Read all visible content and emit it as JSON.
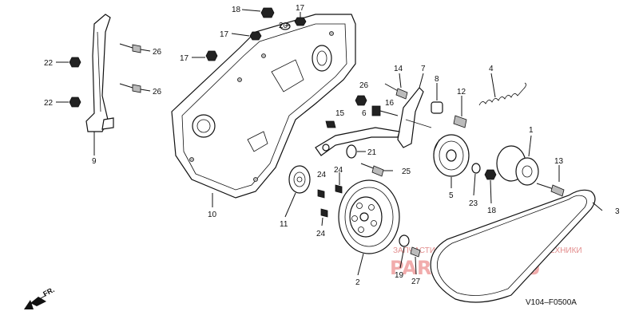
{
  "diagram": {
    "drawing_code": "V104–F0500A",
    "direction_label": "FR.",
    "callouts": [
      {
        "id": "c-18",
        "text": "18"
      },
      {
        "id": "c-17a",
        "text": "17"
      },
      {
        "id": "c-20",
        "text": "20"
      },
      {
        "id": "c-17b",
        "text": "17"
      },
      {
        "id": "c-17c",
        "text": "17"
      },
      {
        "id": "c-26a",
        "text": "26"
      },
      {
        "id": "c-26b",
        "text": "26"
      },
      {
        "id": "c-22a",
        "text": "22"
      },
      {
        "id": "c-22b",
        "text": "22"
      },
      {
        "id": "c-9",
        "text": "9"
      },
      {
        "id": "c-10",
        "text": "10"
      },
      {
        "id": "c-14",
        "text": "14"
      },
      {
        "id": "c-7",
        "text": "7"
      },
      {
        "id": "c-4",
        "text": "4"
      },
      {
        "id": "c-8",
        "text": "8"
      },
      {
        "id": "c-26c",
        "text": "26"
      },
      {
        "id": "c-16",
        "text": "16"
      },
      {
        "id": "c-12",
        "text": "12"
      },
      {
        "id": "c-6",
        "text": "6"
      },
      {
        "id": "c-15",
        "text": "15"
      },
      {
        "id": "c-21",
        "text": "21"
      },
      {
        "id": "c-25",
        "text": "25"
      },
      {
        "id": "c-1",
        "text": "1"
      },
      {
        "id": "c-13",
        "text": "13"
      },
      {
        "id": "c-24a",
        "text": "24"
      },
      {
        "id": "c-24b",
        "text": "24"
      },
      {
        "id": "c-24c",
        "text": "24"
      },
      {
        "id": "c-11",
        "text": "11"
      },
      {
        "id": "c-5",
        "text": "5"
      },
      {
        "id": "c-23",
        "text": "23"
      },
      {
        "id": "c-18b",
        "text": "18"
      },
      {
        "id": "c-3",
        "text": "3"
      },
      {
        "id": "c-2",
        "text": "2"
      },
      {
        "id": "c-19",
        "text": "19"
      },
      {
        "id": "c-27",
        "text": "27"
      }
    ]
  },
  "watermark": {
    "main": "PARTSPOR.RU",
    "sub": "ЗАПЧАСТИ И АКСЕССУАРЫ ДЛЯ МОТОТЕХНИКИ"
  },
  "colors": {
    "line": "#111111",
    "watermark": "#e24a4a",
    "background": "#ffffff"
  }
}
